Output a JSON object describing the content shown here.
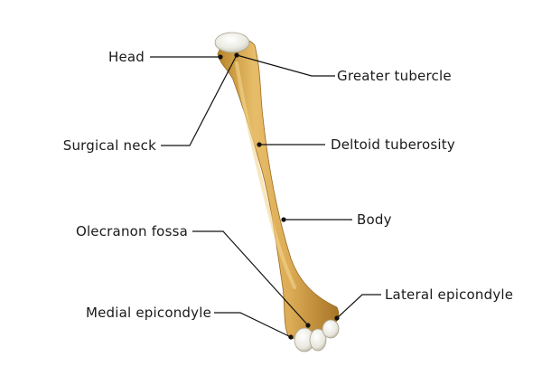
{
  "diagram": {
    "subject": "humerus-bone",
    "colors": {
      "background": "#ffffff",
      "text": "#1a1a1a",
      "leader_line": "#111111",
      "bone_light": "#e8be6c",
      "bone_mid": "#d4a24a",
      "bone_dark": "#a77526",
      "cartilage": "#efefe8"
    },
    "labels": {
      "head": "Head",
      "greater_tubercle": "Greater tubercle",
      "surgical_neck": "Surgical neck",
      "deltoid_tuberosity": "Deltoid tuberosity",
      "body": "Body",
      "olecranon_fossa": "Olecranon fossa",
      "lateral_epicondyle": "Lateral epicondyle",
      "medial_epicondyle": "Medial epicondyle"
    }
  }
}
